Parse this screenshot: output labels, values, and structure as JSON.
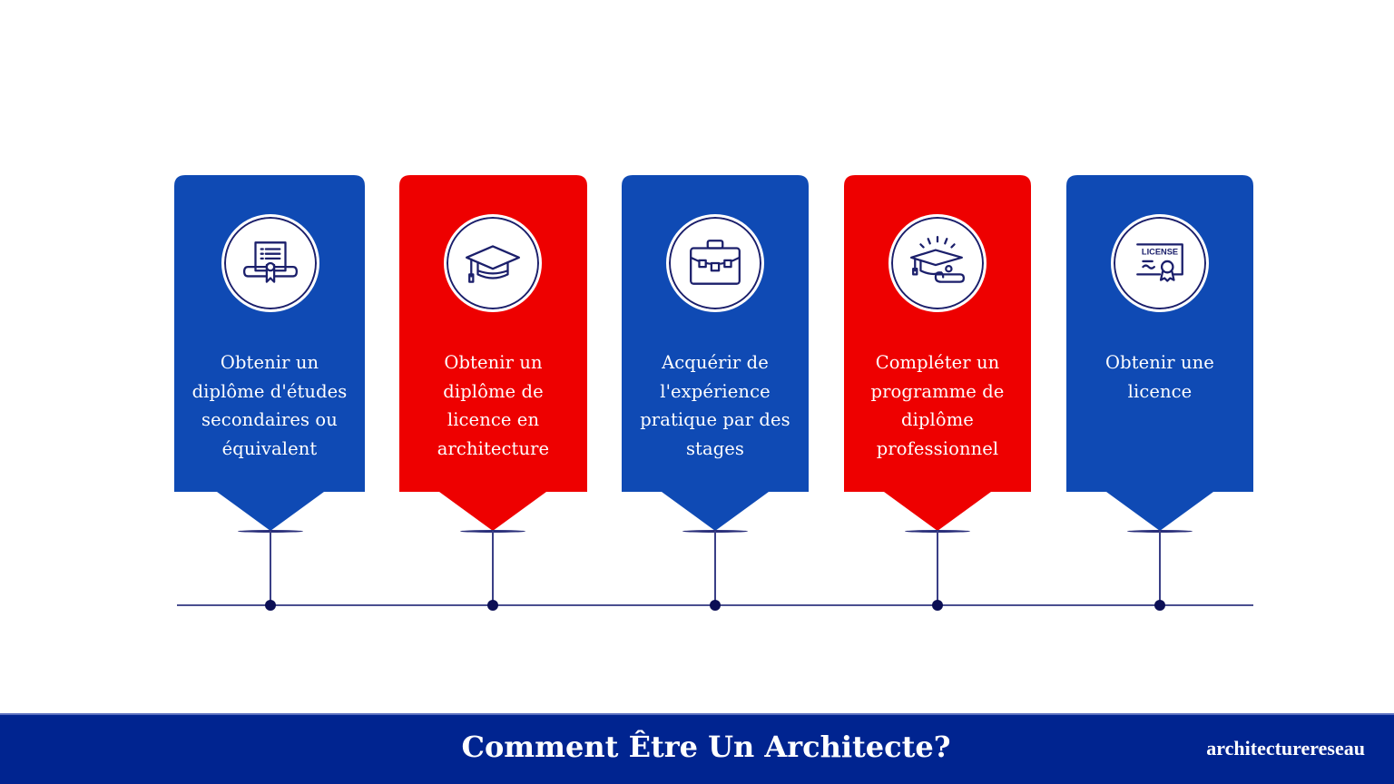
{
  "colors": {
    "blue": "#0f4ab4",
    "red": "#ee0000",
    "icon_stroke": "#1b1f6b",
    "timeline": "#4a4f90",
    "footer_bg": "#002490"
  },
  "steps": [
    {
      "label": "Obtenir un diplôme d'études secondaires ou équivalent",
      "lines": [
        "Obtenir un",
        "diplôme d'études",
        "secondaires ou",
        "équivalent"
      ],
      "color": "blue",
      "icon": "diploma-scroll-icon"
    },
    {
      "label": "Obtenir un diplôme de licence en architecture",
      "lines": [
        "Obtenir un",
        "diplôme de",
        "licence en",
        "architecture"
      ],
      "color": "red",
      "icon": "graduation-cap-icon"
    },
    {
      "label": "Acquérir de l'expérience pratique par des stages",
      "lines": [
        "Acquérir de",
        "l'expérience",
        "pratique par des",
        "stages"
      ],
      "color": "blue",
      "icon": "briefcase-icon"
    },
    {
      "label": "Compléter un programme de diplôme professionnel",
      "lines": [
        "Compléter un",
        "programme de",
        "diplôme",
        "professionnel"
      ],
      "color": "red",
      "icon": "graduation-cap-diploma-icon"
    },
    {
      "label": "Obtenir une licence",
      "lines": [
        "Obtenir une",
        "licence"
      ],
      "color": "blue",
      "icon": "license-certificate-icon",
      "icon_text": "LICENSE"
    }
  ],
  "footer": {
    "title": "Comment Être Un Architecte?",
    "brand": "architecturereseau"
  }
}
